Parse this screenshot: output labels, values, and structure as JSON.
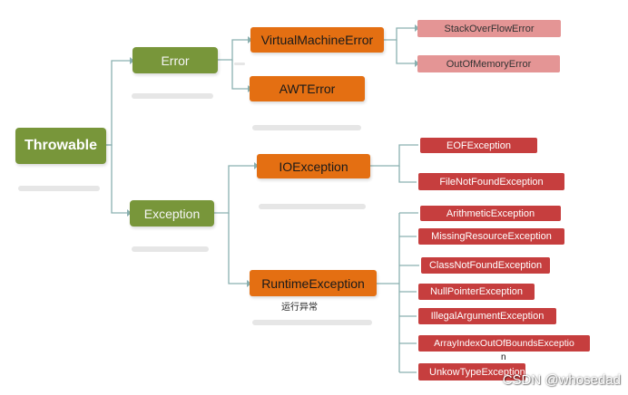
{
  "diagram": {
    "colors": {
      "root": "#78963a",
      "category": "#78963a",
      "subclass": "#e46f12",
      "error_leaf": "#e49595",
      "exception_leaf": "#c63e3e",
      "connector": "#8ab0b0"
    },
    "root": {
      "label": "Throwable"
    },
    "error": {
      "label": "Error"
    },
    "exception": {
      "label": "Exception"
    },
    "virtual_machine_error": {
      "label": "VirtualMachineError"
    },
    "awt_error": {
      "label": "AWTError"
    },
    "io_exception": {
      "label": "IOException"
    },
    "runtime_exception": {
      "label": "RuntimeException",
      "note": "运行异常"
    },
    "stack_overflow_error": {
      "label": "StackOverFlowError"
    },
    "out_of_memory_error": {
      "label": "OutOfMemoryError"
    },
    "eof_exception": {
      "label": "EOFException"
    },
    "file_not_found_exception": {
      "label": "FileNotFoundException"
    },
    "arithmetic_exception": {
      "label": "ArithmeticException"
    },
    "missing_resource_exception": {
      "label": "MissingResourceException"
    },
    "class_not_found_exception": {
      "label": "ClassNotFoundException"
    },
    "null_pointer_exception": {
      "label": "NullPointerException"
    },
    "illegal_argument_exception": {
      "label": "IllegalArgumentException"
    },
    "array_index_out_of_bounds_exception": {
      "label": "ArrayIndexOutOfBoundsExceptio",
      "wrap": "n"
    },
    "unknown_type_exception": {
      "label": "UnkowTypeException"
    }
  },
  "watermark": {
    "text": "CSDN @whosedad"
  }
}
